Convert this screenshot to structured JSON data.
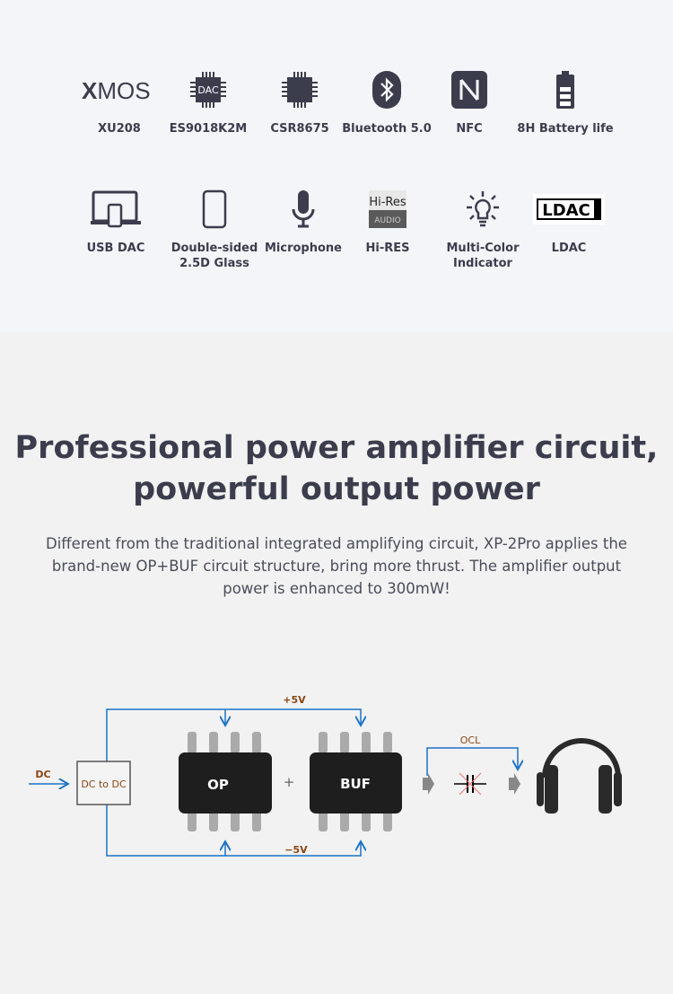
{
  "features_row1": [
    {
      "icon": "xmos-logo",
      "label": "XU208",
      "logo_text": "XMOS"
    },
    {
      "icon": "dac-chip-icon",
      "label": "ES9018K2M",
      "chip_text": "DAC"
    },
    {
      "icon": "chip-icon",
      "label": "CSR8675"
    },
    {
      "icon": "bluetooth-icon",
      "label": "Bluetooth 5.0"
    },
    {
      "icon": "nfc-icon",
      "label": "NFC"
    },
    {
      "icon": "battery-icon",
      "label": "8H Battery life"
    }
  ],
  "features_row2": [
    {
      "icon": "laptop-phone-icon",
      "label": "USB DAC"
    },
    {
      "icon": "phone-glass-icon",
      "label": "Double-sided 2.5D Glass"
    },
    {
      "icon": "microphone-icon",
      "label": "Microphone"
    },
    {
      "icon": "hi-res-logo",
      "label": "Hi-RES",
      "logo_top": "Hi-Res",
      "logo_bottom": "AUDIO"
    },
    {
      "icon": "light-bulb-icon",
      "label": "Multi-Color Indicator"
    },
    {
      "icon": "ldac-logo",
      "label": "LDAC",
      "logo_text": "LDAC"
    }
  ],
  "headline": {
    "line1": "Professional power amplifier circuit,",
    "line2": "powerful output power"
  },
  "description": "Different from the traditional integrated amplifying circuit, XP-2Pro applies the brand-new OP+BUF circuit structure, bring more thrust. The amplifier output power is enhanced to 300mW!",
  "diagram": {
    "dc": "DC",
    "converter": "DC to DC",
    "plus5": "+5V",
    "minus5": "−5V",
    "op": "OP",
    "plus": "+",
    "buf": "BUF",
    "ocl": "OCL"
  },
  "colors": {
    "wire": "#1a73c8",
    "label": "#8b4513",
    "chip": "#1e1e1e"
  }
}
